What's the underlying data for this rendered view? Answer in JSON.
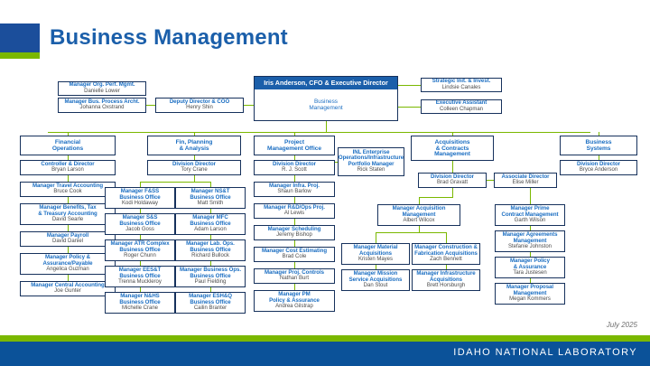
{
  "header": {
    "title": "Business Management",
    "accent_blue": "#1b5faa",
    "accent_green": "#7ab800"
  },
  "footer": {
    "org": "IDAHO NATIONAL LABORATORY",
    "date": "July 2025"
  },
  "root": {
    "bar": "Iris Anderson, CFO & Executive Director",
    "body_line1": "Business",
    "body_line2": "Management"
  },
  "top_left": {
    "org_perf": {
      "title": "Manager Org. Perf. Mgmt.",
      "name": "Danielle Lower"
    },
    "bus_process": {
      "title": "Manager Bus. Process Archt.",
      "name": "Johanna Oxstrand"
    },
    "deputy": {
      "title": "Deputy Director & COO",
      "name": "Henry Shin"
    }
  },
  "top_right": {
    "strategic": {
      "title": "Strategic Init. & Invest.",
      "name": "Lindsie Canales"
    },
    "exec_assistant": {
      "title": "Executive Assistant",
      "name": "Colleen Chapman"
    }
  },
  "columns": [
    {
      "key": "financial_operations",
      "group": {
        "line1": "Financial",
        "line2": "Operations"
      },
      "director": {
        "title": "Controller & Director",
        "name": "Bryan Larson"
      },
      "items": [
        {
          "title": "Manager Travel Accounting",
          "name": "Bruce Cook"
        },
        {
          "title": "Manager Benefits, Tax\n& Treasury Accounting",
          "name": "David Searle"
        },
        {
          "title": "Manager Payroll",
          "name": "David Daniel"
        },
        {
          "title": "Manager Policy &\nAssurance/Payable",
          "name": "Angelica Guzman"
        },
        {
          "title": "Manager Central Accounting",
          "name": "Joe Gunter"
        }
      ]
    },
    {
      "key": "fin_planning_analysis",
      "group": {
        "line1": "Fin, Planning",
        "line2": "& Analysis"
      },
      "director": {
        "title": "Division Director",
        "name": "Tory Crane"
      },
      "items_left": [
        {
          "title": "Manager F&SS\nBusiness Office",
          "name": "Kodi Holdaway"
        },
        {
          "title": "Manager S&S\nBusiness Office",
          "name": "Jacob Goss"
        },
        {
          "title": "Manager ATR Complex\nBusiness Office",
          "name": "Roger Chunn"
        },
        {
          "title": "Manager EES&T\nBusiness Office",
          "name": "Trenna Muckleroy"
        },
        {
          "title": "Manager N&HS\nBusiness Office",
          "name": "Michelle Crane"
        }
      ],
      "items_right": [
        {
          "title": "Manager NS&T\nBusiness Office",
          "name": "Matt Smith"
        },
        {
          "title": "Manager MFC\nBusiness Office",
          "name": "Adam Larson"
        },
        {
          "title": "Manager Lab. Ops.\nBusiness Office",
          "name": "Richard Bullock"
        },
        {
          "title": "Manager Business Ops.\nBusiness Office",
          "name": "Paul Fielding"
        },
        {
          "title": "Manager ESH&Q\nBusiness Office",
          "name": "Cailin Branter"
        }
      ]
    },
    {
      "key": "project_management_office",
      "group": {
        "line1": "Project",
        "line2": "Management Office"
      },
      "director": {
        "title": "Division Director",
        "name": "R. J. Scott"
      },
      "items": [
        {
          "title": "Manager Infra. Proj.",
          "name": "Shaun Barlow"
        },
        {
          "title": "Manager R&D/Ops Proj.",
          "name": "Al Lewis"
        },
        {
          "title": "Manager Scheduling",
          "name": "Jeremy Bishop"
        },
        {
          "title": "Manager Cost Estimating",
          "name": "Brad Cole"
        },
        {
          "title": "Manager Proj. Controls",
          "name": "Nathan Burt"
        },
        {
          "title": "Manager PM\nPolicy & Assurance",
          "name": "Andrea Gilstrap"
        }
      ]
    }
  ],
  "portfolio": {
    "title": "INL Enterprise\nOperations/Infrastructure\nPortfolio Manager",
    "name": "Rick Staten"
  },
  "acquisitions": {
    "group": {
      "line1": "Acquisitions",
      "line2": "& Contracts",
      "line3": "Management"
    },
    "director": {
      "title": "Division Director",
      "name": "Brad Gravatt"
    },
    "manager": {
      "title": "Manager Acquisition\nManagement",
      "name": "Albert Wilcox"
    },
    "items_left": [
      {
        "title": "Manager Material\nAcquisitions",
        "name": "Kristen Mayes"
      },
      {
        "title": "Manager Mission\nService Acquisitions",
        "name": "Dan Stout"
      }
    ],
    "items_right": [
      {
        "title": "Manager Construction &\nFabrication Acquisitions",
        "name": "Zach Bennett"
      },
      {
        "title": "Manager Infrastructure\nAcquisitions",
        "name": "Brett Horsburgh"
      }
    ],
    "associate_director": {
      "title": "Associate Director",
      "name": "Elise Miller"
    },
    "associate_items": [
      {
        "title": "Manager Prime\nContract Management",
        "name": "Garth Wilson"
      },
      {
        "title": "Manager Agreements\nManagement",
        "name": "Stefanie Johnston"
      },
      {
        "title": "Manager Policy\n& Assurance",
        "name": "Tara Justesen"
      },
      {
        "title": "Manager Proposal\nManagement",
        "name": "Megan Kommers"
      }
    ]
  },
  "business_systems": {
    "group": {
      "line1": "Business",
      "line2": "Systems"
    },
    "director": {
      "title": "Division Director",
      "name": "Bryce Anderson"
    }
  }
}
